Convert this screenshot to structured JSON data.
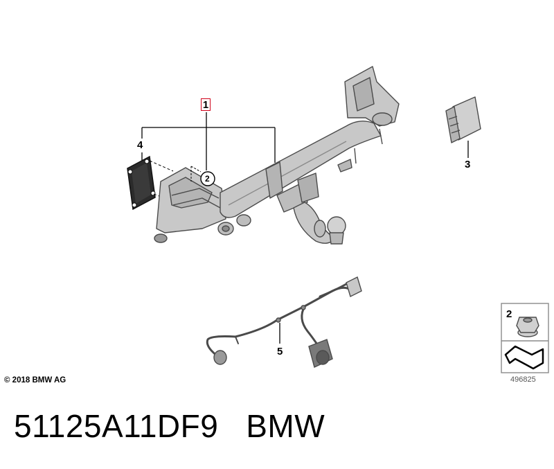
{
  "callouts": {
    "c1": "1",
    "c2": "2",
    "c3": "3",
    "c4": "4",
    "c5": "5"
  },
  "legend": {
    "part_number": "2"
  },
  "copyright": "© 2018 BMW AG",
  "image_id": "496825",
  "caption": {
    "part_code": "51125A11DF9",
    "brand": "BMW"
  },
  "colors": {
    "callout_highlight": "#d0021b",
    "part_fill": "#c8c8c8",
    "part_stroke": "#4a4a4a",
    "gasket_fill": "#2b2b2b"
  },
  "icons": {
    "nut": "hex-nut-icon",
    "mounting_direction": "mounting-direction-icon"
  }
}
